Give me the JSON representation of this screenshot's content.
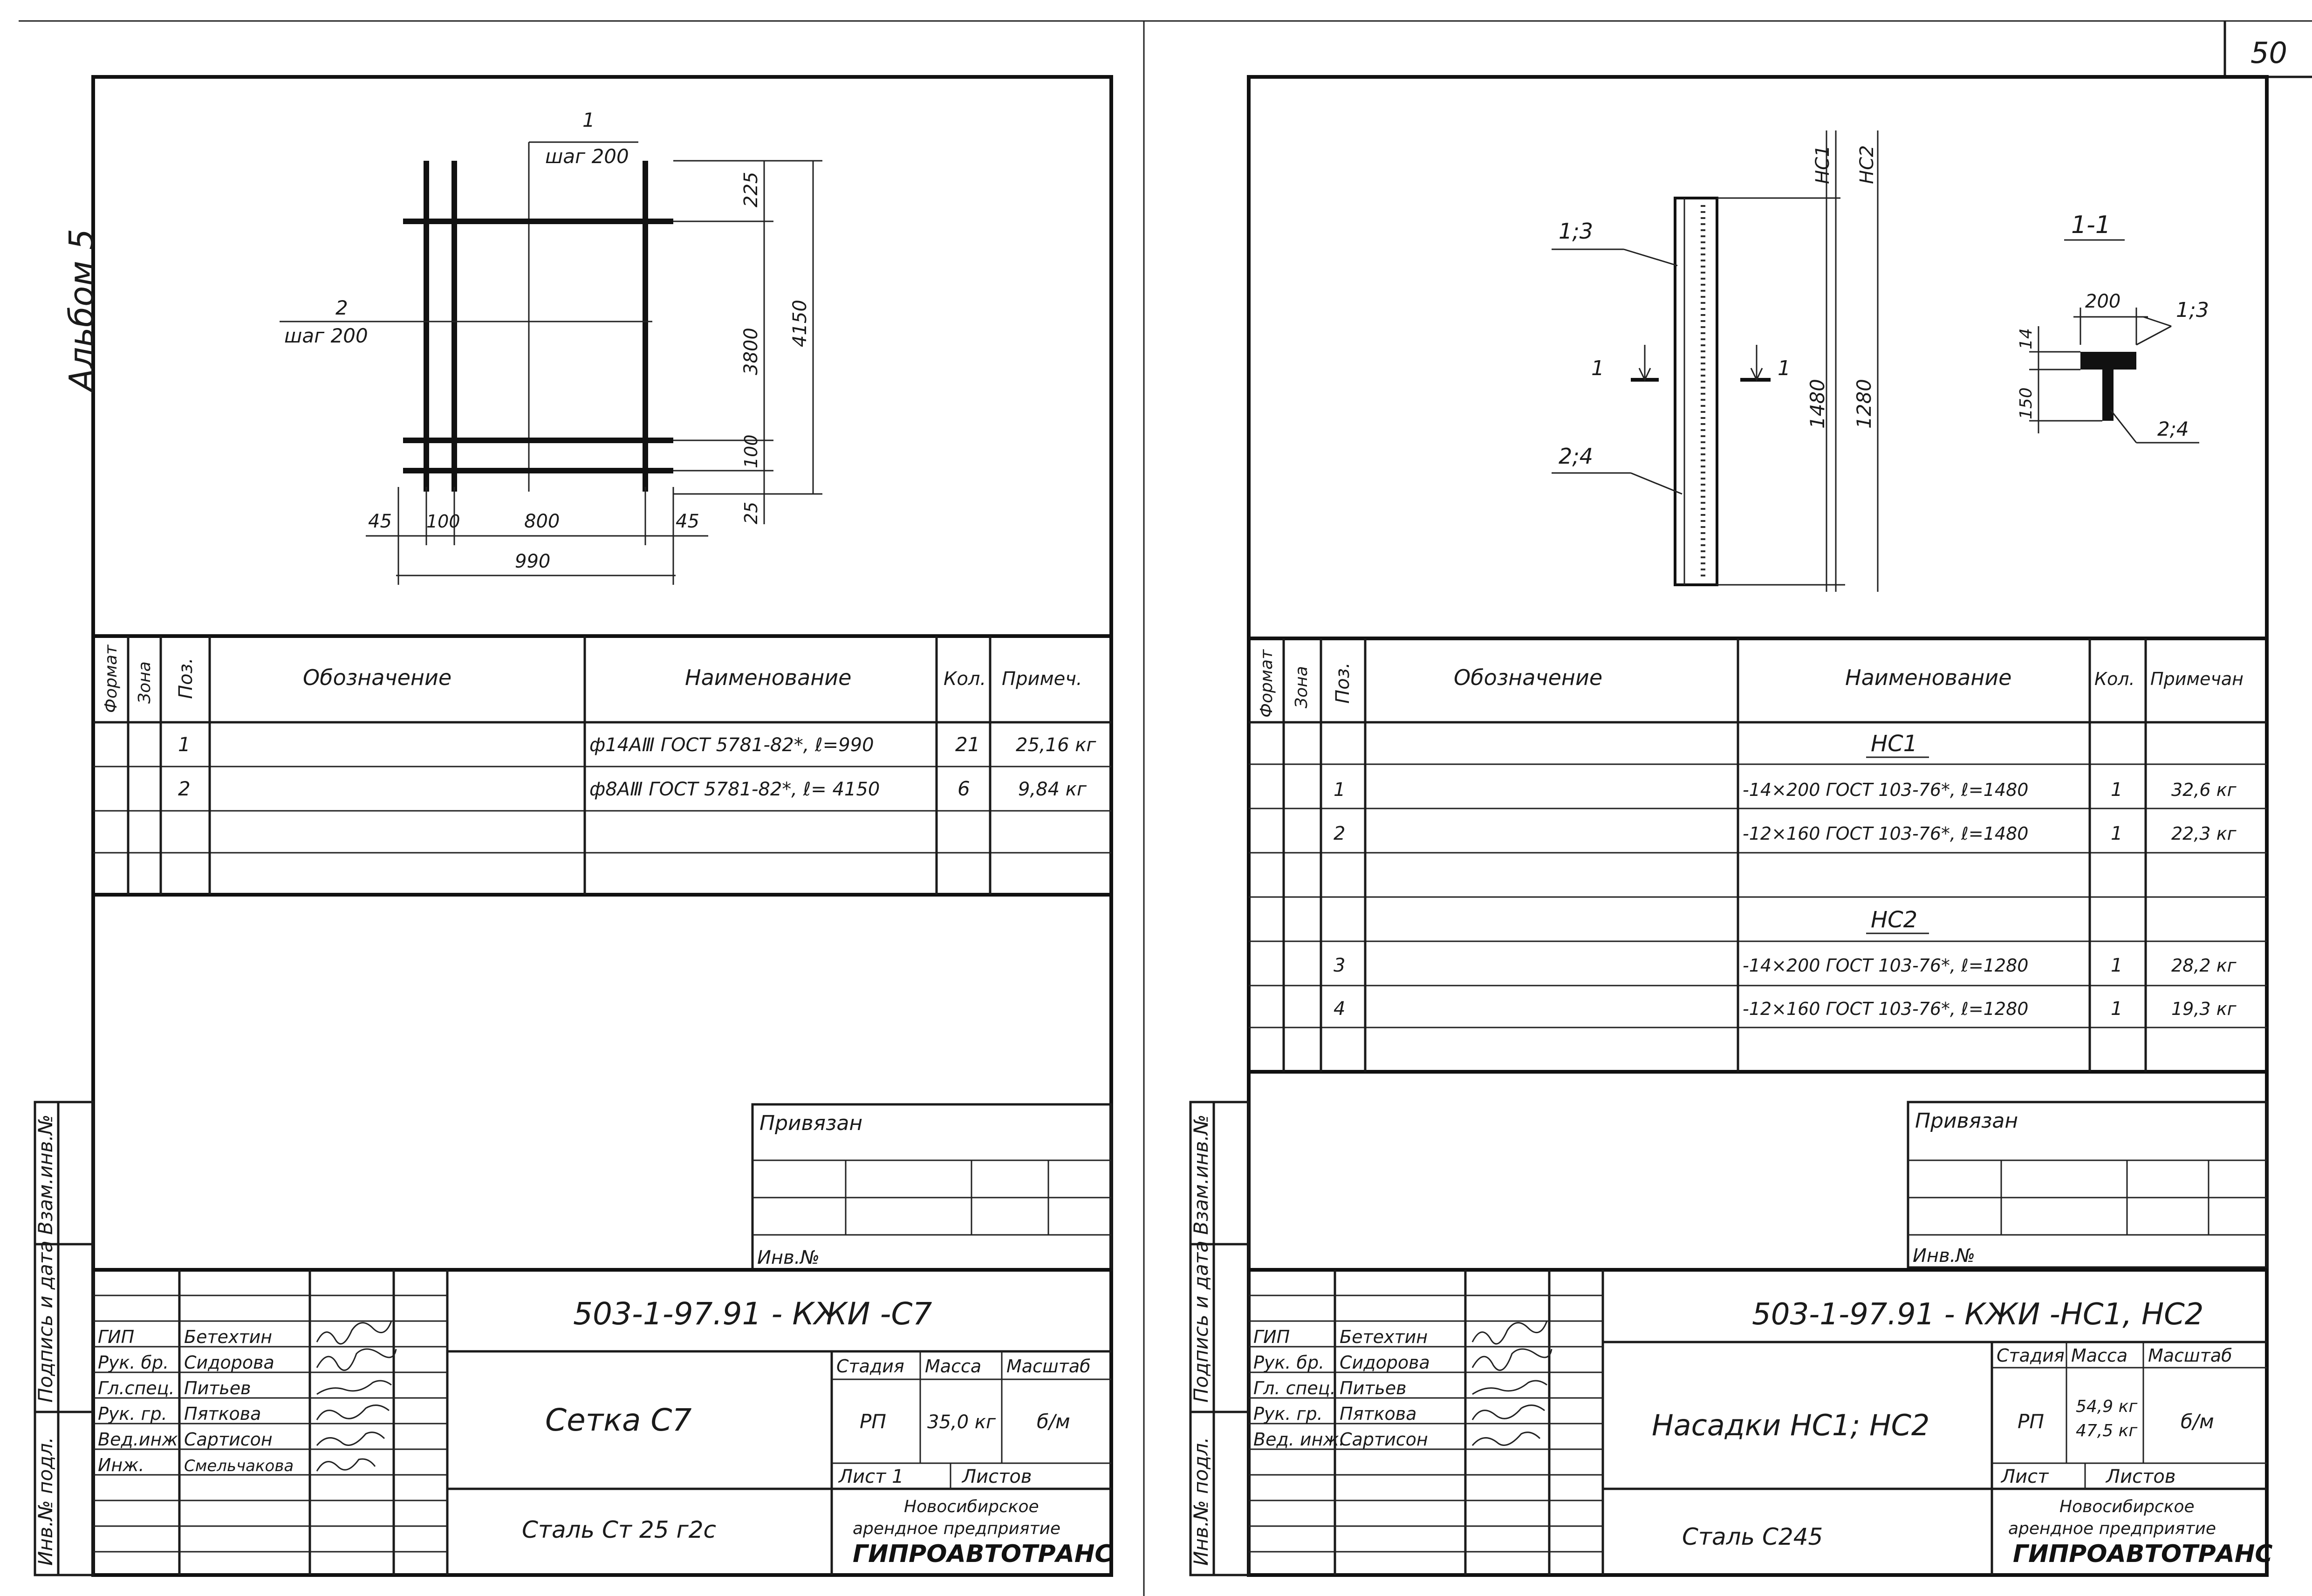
{
  "page_number": "50",
  "left": {
    "album_label": "Альбом 5",
    "drawing": {
      "pos1": "1",
      "pos1_step": "шаг 200",
      "pos2": "2",
      "pos2_step": "шаг 200",
      "dim_225": "225",
      "dim_3800": "3800",
      "dim_4150": "4150",
      "dim_100v": "100",
      "dim_25": "25",
      "dim_45a": "45",
      "dim_100h": "100",
      "dim_800": "800",
      "dim_45b": "45",
      "dim_990": "990"
    },
    "spec": {
      "headers": {
        "format": "Формат",
        "zone": "Зона",
        "pos": "Поз.",
        "designation": "Обозначение",
        "name": "Наименование",
        "qty": "Кол.",
        "note": "Примеч."
      },
      "rows": [
        {
          "pos": "1",
          "name": "ф14АⅢ  ГОСТ 5781-82*, ℓ=990",
          "qty": "21",
          "note": "25,16 кг"
        },
        {
          "pos": "2",
          "name": "ф8АⅢ  ГОСТ 5781-82*, ℓ= 4150",
          "qty": "6",
          "note": "9,84 кг"
        }
      ]
    },
    "privyazan": "Привязан",
    "inv_no": "Инв.№",
    "stamp": {
      "code": "503-1-97.91 - КЖИ -С7",
      "roles": [
        "ГИП",
        "Рук. бр.",
        "Гл.спец.",
        "Рук. гр.",
        "Вед.инж",
        "Инж."
      ],
      "names": [
        "Бетехтин",
        "Сидорова",
        "Питьев",
        "Пяткова",
        "Сартисон",
        "Смельчакова"
      ],
      "title": "Сетка  С7",
      "material": "Сталь   Ст 25 г2с",
      "stage_label": "Стадия",
      "mass_label": "Масса",
      "scale_label": "Масштаб",
      "stage": "РП",
      "mass": "35,0 кг",
      "scale": "б/м",
      "sheet_label": "Лист 1",
      "sheets_label": "Листов",
      "org1": "Новосибирское",
      "org2": "арендное  предприятие",
      "org3": "ГИПРОАВТОТРАНС"
    }
  },
  "right": {
    "drawing": {
      "nc1": "НС1",
      "nc2": "НС2",
      "lbl_13": "1;3",
      "lbl_24": "2;4",
      "cut_1a": "1",
      "cut_1b": "1",
      "dim_1480": "1480",
      "dim_1280": "1280",
      "section": "1-1",
      "dim_200": "200",
      "sec_13": "1;3",
      "dim_14": "14",
      "dim_150": "150",
      "sec_24": "2;4"
    },
    "spec": {
      "headers": {
        "format": "Формат",
        "zone": "Зона",
        "pos": "Поз.",
        "designation": "Обозначение",
        "name": "Наименование",
        "qty": "Кол.",
        "note": "Примечан"
      },
      "group1": "НС1",
      "group2": "НС2",
      "rows1": [
        {
          "pos": "1",
          "name": "-14×200   ГОСТ 103-76*, ℓ=1480",
          "qty": "1",
          "note": "32,6 кг"
        },
        {
          "pos": "2",
          "name": "-12×160   ГОСТ 103-76*, ℓ=1480",
          "qty": "1",
          "note": "22,3 кг"
        }
      ],
      "rows2": [
        {
          "pos": "3",
          "name": "-14×200   ГОСТ 103-76*, ℓ=1280",
          "qty": "1",
          "note": "28,2 кг"
        },
        {
          "pos": "4",
          "name": "-12×160   ГОСТ 103-76*, ℓ=1280",
          "qty": "1",
          "note": "19,3 кг"
        }
      ]
    },
    "privyazan": "Привязан",
    "inv_no": "Инв.№",
    "stamp": {
      "code": "503-1-97.91 - КЖИ -НС1, НС2",
      "roles": [
        "ГИП",
        "Рук. бр.",
        "Гл. спец.",
        "Рук. гр.",
        "Вед. инж."
      ],
      "names": [
        "Бетехтин",
        "Сидорова",
        "Питьев",
        "Пяткова",
        "Сартисон"
      ],
      "title": "Насадки  НС1; НС2",
      "material": "Сталь  С245",
      "stage_label": "Стадия",
      "mass_label": "Масса",
      "scale_label": "Масштаб",
      "stage": "РП",
      "mass1": "54,9 кг",
      "mass2": "47,5 кг",
      "scale": "б/м",
      "sheet_label": "Лист",
      "sheets_label": "Листов",
      "org1": "Новосибирское",
      "org2": "арендное  предприятие",
      "org3": "ГИПРОАВТОТРАНС"
    }
  },
  "side_labels": {
    "vzam": "Взам.инв.№",
    "podpis": "Подпись и дата",
    "inv_podl": "Инв.№ подл."
  }
}
